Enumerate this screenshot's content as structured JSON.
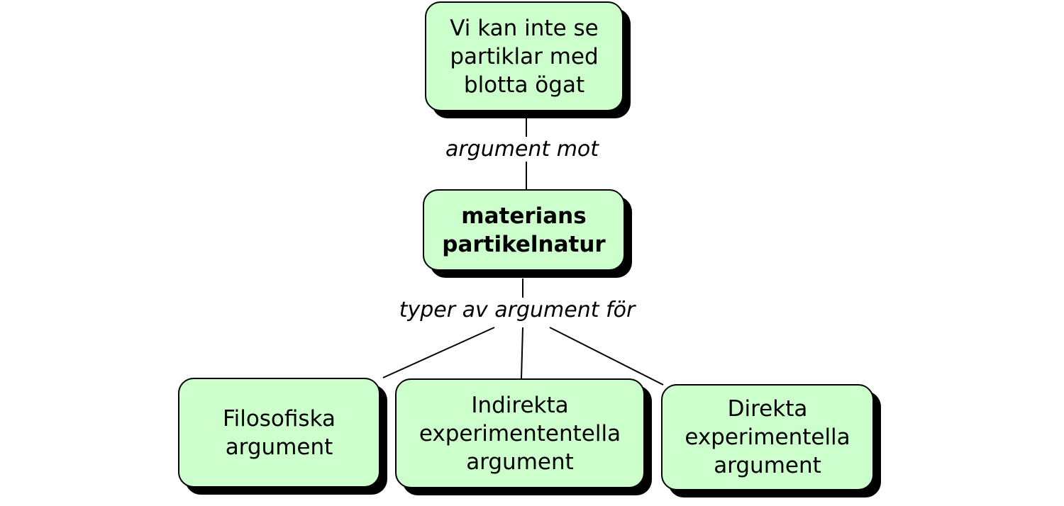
{
  "concept_map": {
    "top_node": "Vi kan inte se\npartiklar med\nblotta ögat",
    "top_link_label": "argument mot",
    "center_node": "materians\npartikelnatur",
    "bottom_link_label": "typer av argument för",
    "leaf_nodes": [
      "Filosofiska\nargument",
      "Indirekta\nexperimententella\nargument",
      "Direkta\nexperimentella\nargument"
    ]
  },
  "colors": {
    "node_fill": "#ccffcc",
    "node_border": "#000000",
    "shadow": "#000000",
    "background": "#ffffff"
  }
}
